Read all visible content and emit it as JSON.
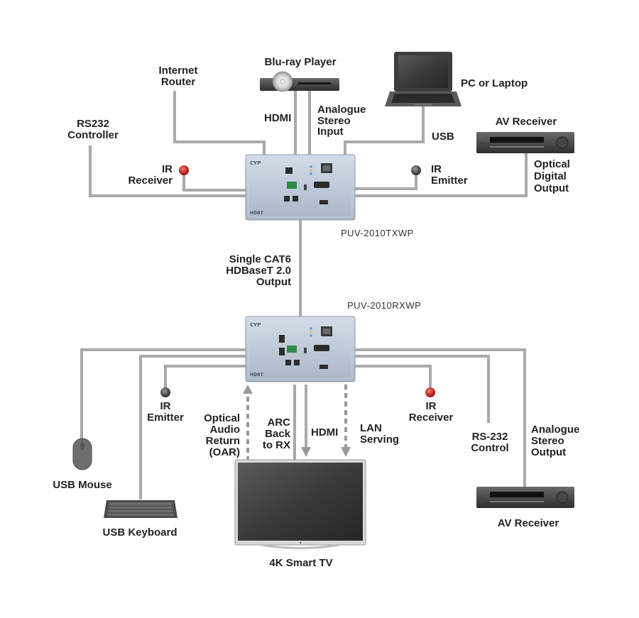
{
  "labels": {
    "bluray": "Blu-ray Player",
    "router_1": "Internet",
    "router_2": "Router",
    "pc": "PC or Laptop",
    "rs232_1": "RS232",
    "rs232_2": "Controller",
    "av_receiver_top": "AV Receiver",
    "hdmi_top": "HDMI",
    "analogue_in_1": "Analogue",
    "analogue_in_2": "Stereo",
    "analogue_in_3": "Input",
    "usb_top": "USB",
    "ir_receiver_top_1": "IR",
    "ir_receiver_top_2": "Receiver",
    "ir_emitter_top_1": "IR",
    "ir_emitter_top_2": "Emitter",
    "optical_1": "Optical",
    "optical_2": "Digital",
    "optical_3": "Output",
    "tx_model": "PUV-2010TXWP",
    "cat6_1": "Single CAT6",
    "cat6_2": "HDBaseT 2.0",
    "cat6_3": "Output",
    "rx_model": "PUV-2010RXWP",
    "ir_emitter_bot_1": "IR",
    "ir_emitter_bot_2": "Emitter",
    "oar_1": "Optical",
    "oar_2": "Audio",
    "oar_3": "Return",
    "oar_4": "(OAR)",
    "arc_1": "ARC",
    "arc_2": "Back",
    "arc_3": "to RX",
    "hdmi_bot": "HDMI",
    "lan_1": "LAN",
    "lan_2": "Serving",
    "ir_receiver_bot_1": "IR",
    "ir_receiver_bot_2": "Receiver",
    "rs232_ctrl_1": "RS-232",
    "rs232_ctrl_2": "Control",
    "analogue_out_1": "Analogue",
    "analogue_out_2": "Stereo",
    "analogue_out_3": "Output",
    "usb_mouse": "USB Mouse",
    "usb_keyboard": "USB Keyboard",
    "smart_tv": "4K Smart TV",
    "av_receiver_bottom": "AV Receiver",
    "device_brand": "CYP",
    "device_hdbt": "HDBT"
  },
  "colors": {
    "cable": "#a9a9a9",
    "device_body": "#b9c6d6",
    "ir_receiver": "#c8201e",
    "ir_emitter": "#555555",
    "text": "#222222"
  }
}
